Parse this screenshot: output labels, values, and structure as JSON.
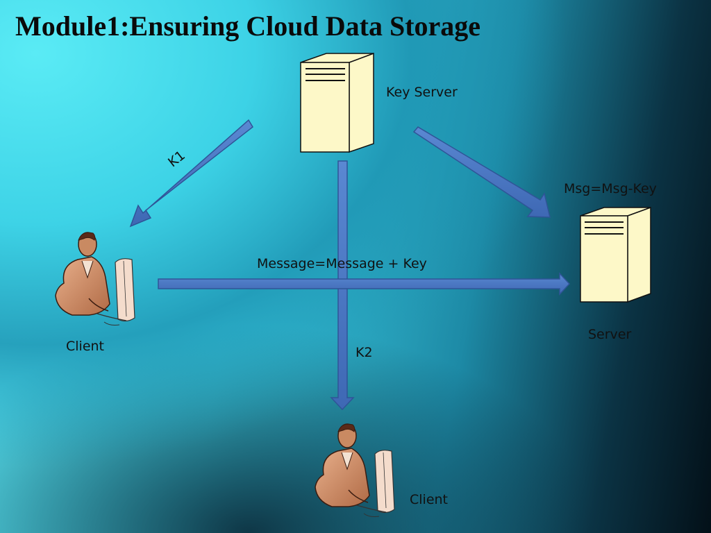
{
  "title": "Module1:Ensuring Cloud Data Storage",
  "nodes": {
    "key_server": "Key Server",
    "server_msg": "Msg=Msg-Key",
    "server": "Server",
    "client_left": "Client",
    "client_bottom": "Client"
  },
  "edges": {
    "k1": "K1",
    "k2": "K2",
    "message": "Message=Message + Key"
  },
  "colors": {
    "arrow_fill": "#4a78c4",
    "arrow_stroke": "#2f5597",
    "server_fill": "#fdf8c8"
  }
}
